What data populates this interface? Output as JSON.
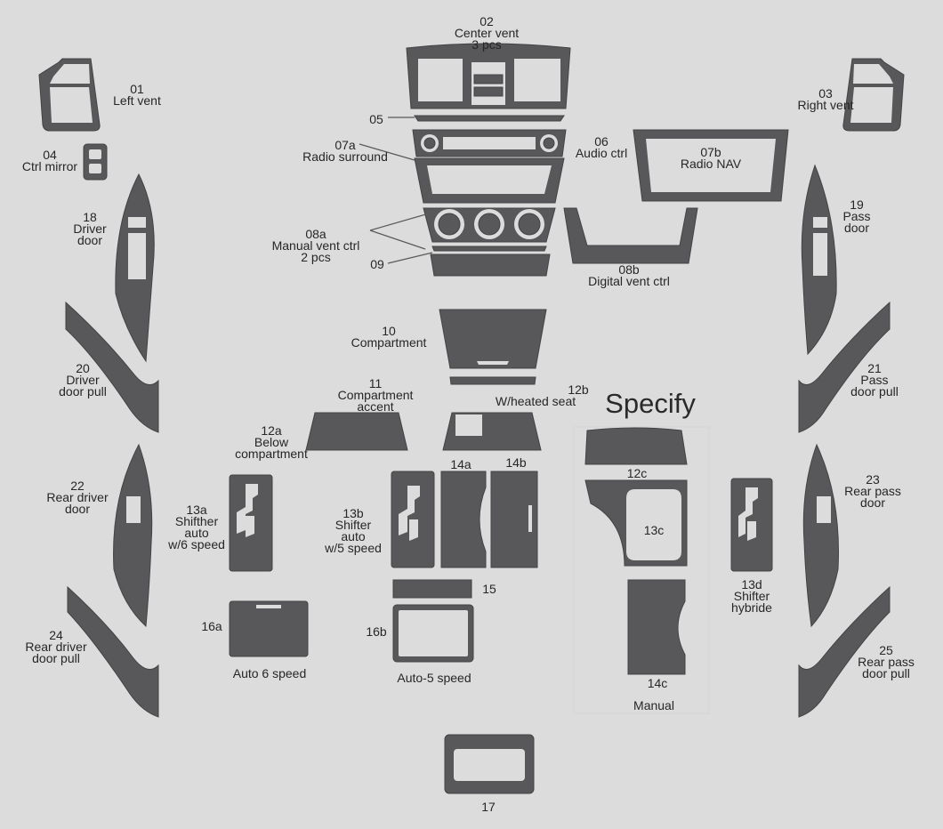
{
  "title": "Specify",
  "parts": {
    "p01": {
      "num": "01",
      "lines": [
        "Left vent"
      ]
    },
    "p02": {
      "num": "02",
      "lines": [
        "Center vent",
        "3 pcs"
      ]
    },
    "p03": {
      "num": "03",
      "lines": [
        "Right vent"
      ]
    },
    "p04": {
      "num": "04",
      "lines": [
        "Ctrl mirror"
      ]
    },
    "p05": {
      "num": "05",
      "lines": []
    },
    "p06": {
      "num": "06",
      "lines": [
        "Audio ctrl"
      ]
    },
    "p07a": {
      "num": "07a",
      "lines": [
        "Radio surround"
      ]
    },
    "p07b": {
      "num": "07b",
      "lines": [
        "Radio NAV"
      ]
    },
    "p08a": {
      "num": "08a",
      "lines": [
        "Manual vent ctrl",
        "2 pcs"
      ]
    },
    "p08b": {
      "num": "08b",
      "lines": [
        "Digital vent ctrl"
      ]
    },
    "p09": {
      "num": "09",
      "lines": []
    },
    "p10": {
      "num": "10",
      "lines": [
        "Compartment"
      ]
    },
    "p11": {
      "num": "11",
      "lines": [
        "Compartment",
        "accent"
      ]
    },
    "p12a": {
      "num": "12a",
      "lines": [
        "Below",
        "compartment"
      ]
    },
    "p12b": {
      "num": "12b",
      "lines": [
        "W/heated seat"
      ]
    },
    "p12c": {
      "num": "12c",
      "lines": []
    },
    "p13a": {
      "num": "13a",
      "lines": [
        "Shifther",
        "auto",
        "w/6 speed"
      ]
    },
    "p13b": {
      "num": "13b",
      "lines": [
        "Shifter",
        "auto",
        "w/5 speed"
      ]
    },
    "p13c": {
      "num": "13c",
      "lines": []
    },
    "p13d": {
      "num": "13d",
      "lines": [
        "Shifter",
        "hybride"
      ]
    },
    "p14a": {
      "num": "14a",
      "lines": []
    },
    "p14b": {
      "num": "14b",
      "lines": []
    },
    "p14c": {
      "num": "14c",
      "lines": []
    },
    "p15": {
      "num": "15",
      "lines": []
    },
    "p16a": {
      "num": "16a",
      "lines": []
    },
    "p16b": {
      "num": "16b",
      "lines": []
    },
    "p17": {
      "num": "17",
      "lines": []
    },
    "p18": {
      "num": "18",
      "lines": [
        "Driver",
        "door"
      ]
    },
    "p19": {
      "num": "19",
      "lines": [
        "Pass",
        "door"
      ]
    },
    "p20": {
      "num": "20",
      "lines": [
        "Driver",
        "door pull"
      ]
    },
    "p21": {
      "num": "21",
      "lines": [
        "Pass",
        "door pull"
      ]
    },
    "p22": {
      "num": "22",
      "lines": [
        "Rear driver",
        "door"
      ]
    },
    "p23": {
      "num": "23",
      "lines": [
        "Rear pass",
        "door"
      ]
    },
    "p24": {
      "num": "24",
      "lines": [
        "Rear driver",
        "door pull"
      ]
    },
    "p25": {
      "num": "25",
      "lines": [
        "Rear pass",
        "door pull"
      ]
    }
  },
  "captions": {
    "auto6": "Auto 6 speed",
    "auto5": "Auto-5 speed",
    "manual": "Manual"
  }
}
